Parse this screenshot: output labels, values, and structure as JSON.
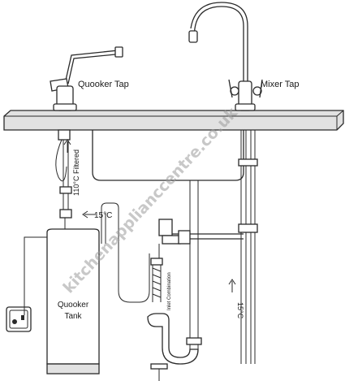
{
  "labels": {
    "quooker_tap": "Quooker Tap",
    "mixer_tap": "Mixer Tap",
    "filtered": "110°C Filtered",
    "cold_feed": "15°C",
    "mixer_feed": "15°C",
    "inlet": "Inlet Combination",
    "tank_line1": "Quooker",
    "tank_line2": "Tank"
  },
  "watermark": "kitchenapplianccentre.co.uk"
}
